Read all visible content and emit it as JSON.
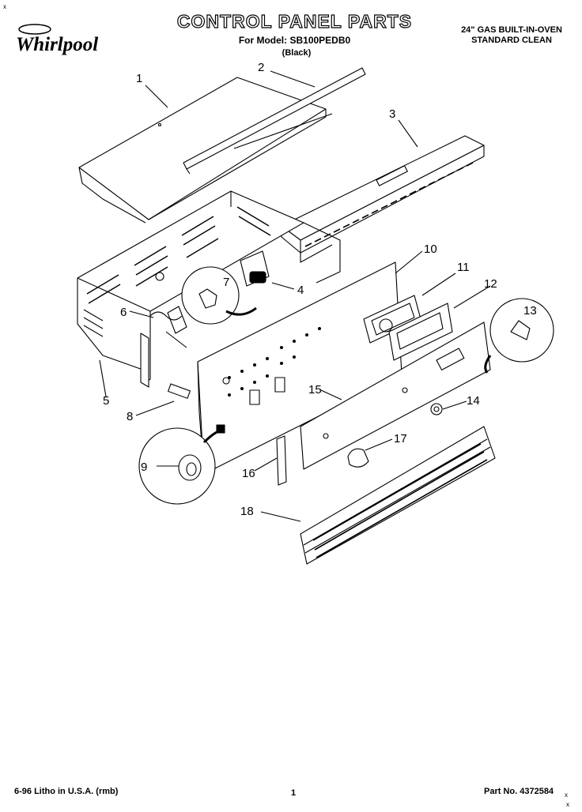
{
  "header": {
    "brand": "Whirlpool",
    "title": "CONTROL PANEL PARTS",
    "model_line": "For Model: SB100PEDB0",
    "color_line": "(Black)",
    "oven_type": "24\" GAS BUILT-IN-OVEN",
    "clean_type": "STANDARD CLEAN"
  },
  "footer": {
    "litho": "6-96 Litho in U.S.A. (rmb)",
    "page": "1",
    "part_no": "Part No. 4372584"
  },
  "corner_marks": [
    "x",
    "x",
    "x"
  ],
  "callouts": [
    "1",
    "2",
    "3",
    "4",
    "5",
    "6",
    "7",
    "8",
    "9",
    "10",
    "11",
    "12",
    "13",
    "14",
    "15",
    "16",
    "17",
    "18"
  ]
}
